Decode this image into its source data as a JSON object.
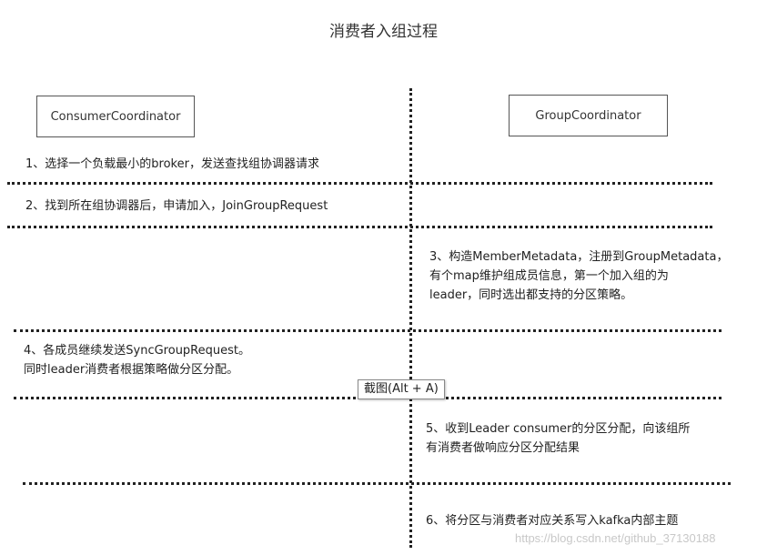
{
  "title": "消费者入组过程",
  "actors": {
    "left": "ConsumerCoordinator",
    "right": "GroupCoordinator"
  },
  "steps": {
    "s1": "1、选择一个负载最小的broker，发送查找组协调器请求",
    "s2": "2、找到所在组协调器后，申请加入，JoinGroupRequest",
    "s3": [
      "3、构造MemberMetadata，注册到GroupMetadata，",
      "有个map维护组成员信息，第一个加入组的为",
      "leader，同时选出都支持的分区策略。"
    ],
    "s4": [
      "4、各成员继续发送SyncGroupRequest。",
      "同时leader消费者根据策略做分区分配。"
    ],
    "s5": [
      "5、收到Leader consumer的分区分配，向该组所",
      "有消费者做响应分区分配结果"
    ],
    "s6": "6、将分区与消费者对应关系写入kafka内部主题"
  },
  "tooltip": "截图(Alt + A)",
  "watermark": "https://blog.csdn.net/github_37130188"
}
